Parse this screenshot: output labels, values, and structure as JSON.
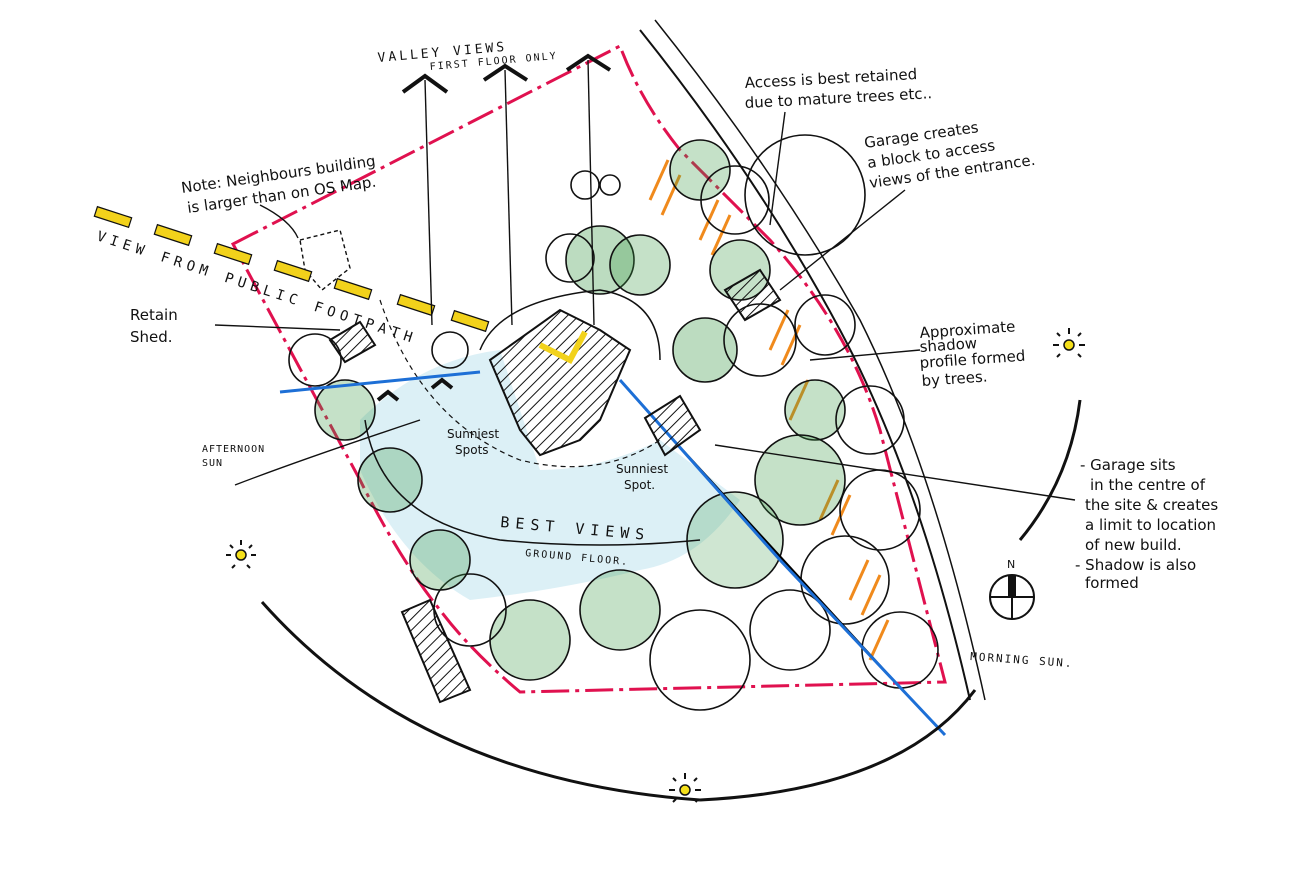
{
  "colors": {
    "ink": "#111111",
    "boundary": "#e0114f",
    "shadow_line": "#1d6fd6",
    "hatch_orange": "#f08a1c",
    "footpath_yellow": "#f2d21b",
    "tree_green": "#3e9a4a",
    "lawn_blue": "#bfe3ef",
    "sun_yellow": "#f5e01a"
  },
  "labels": {
    "valley_views": "VALLEY  VIEWS",
    "first_floor_only": "FIRST FLOOR ONLY",
    "note_line1": "Note: Neighbours building",
    "note_line2": "is larger than on OS Map.",
    "footpath_view": "VIEW FROM PUBLIC FOOTPATH",
    "retain_shed_1": "Retain",
    "retain_shed_2": "Shed.",
    "afternoon_sun_1": "AFTERNOON",
    "afternoon_sun_2": "SUN",
    "sunniest_spots_1": "Sunniest",
    "sunniest_spots_2": "Spots",
    "sunniest_spot_1": "Sunniest",
    "sunniest_spot_2": "Spot.",
    "best_views": "BEST  VIEWS",
    "ground_floor": "GROUND FLOOR.",
    "access_1": "Access is best retained",
    "access_2": "due to mature trees etc..",
    "garage_block_1": "Garage creates",
    "garage_block_2": "a block to access",
    "garage_block_3": "views of the entrance.",
    "shadow_profile_1": "Approximate",
    "shadow_profile_2": "shadow",
    "shadow_profile_3": "profile formed",
    "shadow_profile_4": "by trees.",
    "garage_centre_1": "- Garage sits",
    "garage_centre_2": "in the centre of",
    "garage_centre_3": "the site & creates",
    "garage_centre_4": "a limit to location",
    "garage_centre_5": "of new build.",
    "garage_centre_6": "- Shadow is also",
    "garage_centre_7": "formed",
    "north": "N",
    "morning_sun": "MORNING SUN."
  },
  "icons": [
    "sun-icon",
    "north-arrow-icon",
    "view-chevron-icon"
  ]
}
